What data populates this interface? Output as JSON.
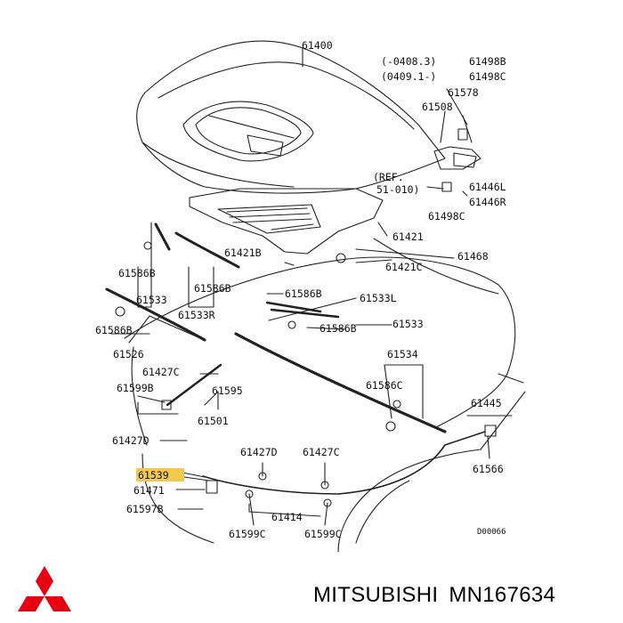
{
  "diagram": {
    "labels": {
      "hood": "61400",
      "p61498b_range": "(-0408.3)",
      "p61498b": "61498B",
      "p61498c_range": "(0409.1-)",
      "p61498c_top": "61498C",
      "p61578": "61578",
      "p61508": "61508",
      "ref_line1": "(REF.",
      "ref_line2": "51-010)",
      "p61446l": "61446L",
      "p61446r": "61446R",
      "p61498c": "61498C",
      "p61421": "61421",
      "p61468": "61468",
      "p61421b": "61421B",
      "p61421c": "61421C",
      "p61586b_a": "61586B",
      "p61533_a": "61533",
      "p61586b_b": "61586B",
      "p61533r": "61533R",
      "p61586b_c": "61586B",
      "p61533l": "61533L",
      "p61586b_d": "61586B",
      "p61526": "61526",
      "p61533_b": "61533",
      "p61586b_e": "61586B",
      "p61534": "61534",
      "p61427c_a": "61427C",
      "p61599b": "61599B",
      "p61595": "61595",
      "p61501": "61501",
      "p61586c": "61586C",
      "p61445": "61445",
      "p61427d_a": "61427D",
      "p61427d_b": "61427D",
      "p61427c_b": "61427C",
      "p61566": "61566",
      "p61539": "61539",
      "p61471": "61471",
      "p61597b": "61597B",
      "p61414": "61414",
      "p61599c_a": "61599C",
      "p61599c_b": "61599C",
      "code": "D00066"
    }
  },
  "footer": {
    "brand": "MITSUBISHI",
    "part_number": "MN167634"
  },
  "colors": {
    "highlight": "#f2c94c",
    "logo": "#e60012",
    "line": "#222222"
  },
  "icons": {
    "logo": "mitsubishi-logo-icon"
  }
}
